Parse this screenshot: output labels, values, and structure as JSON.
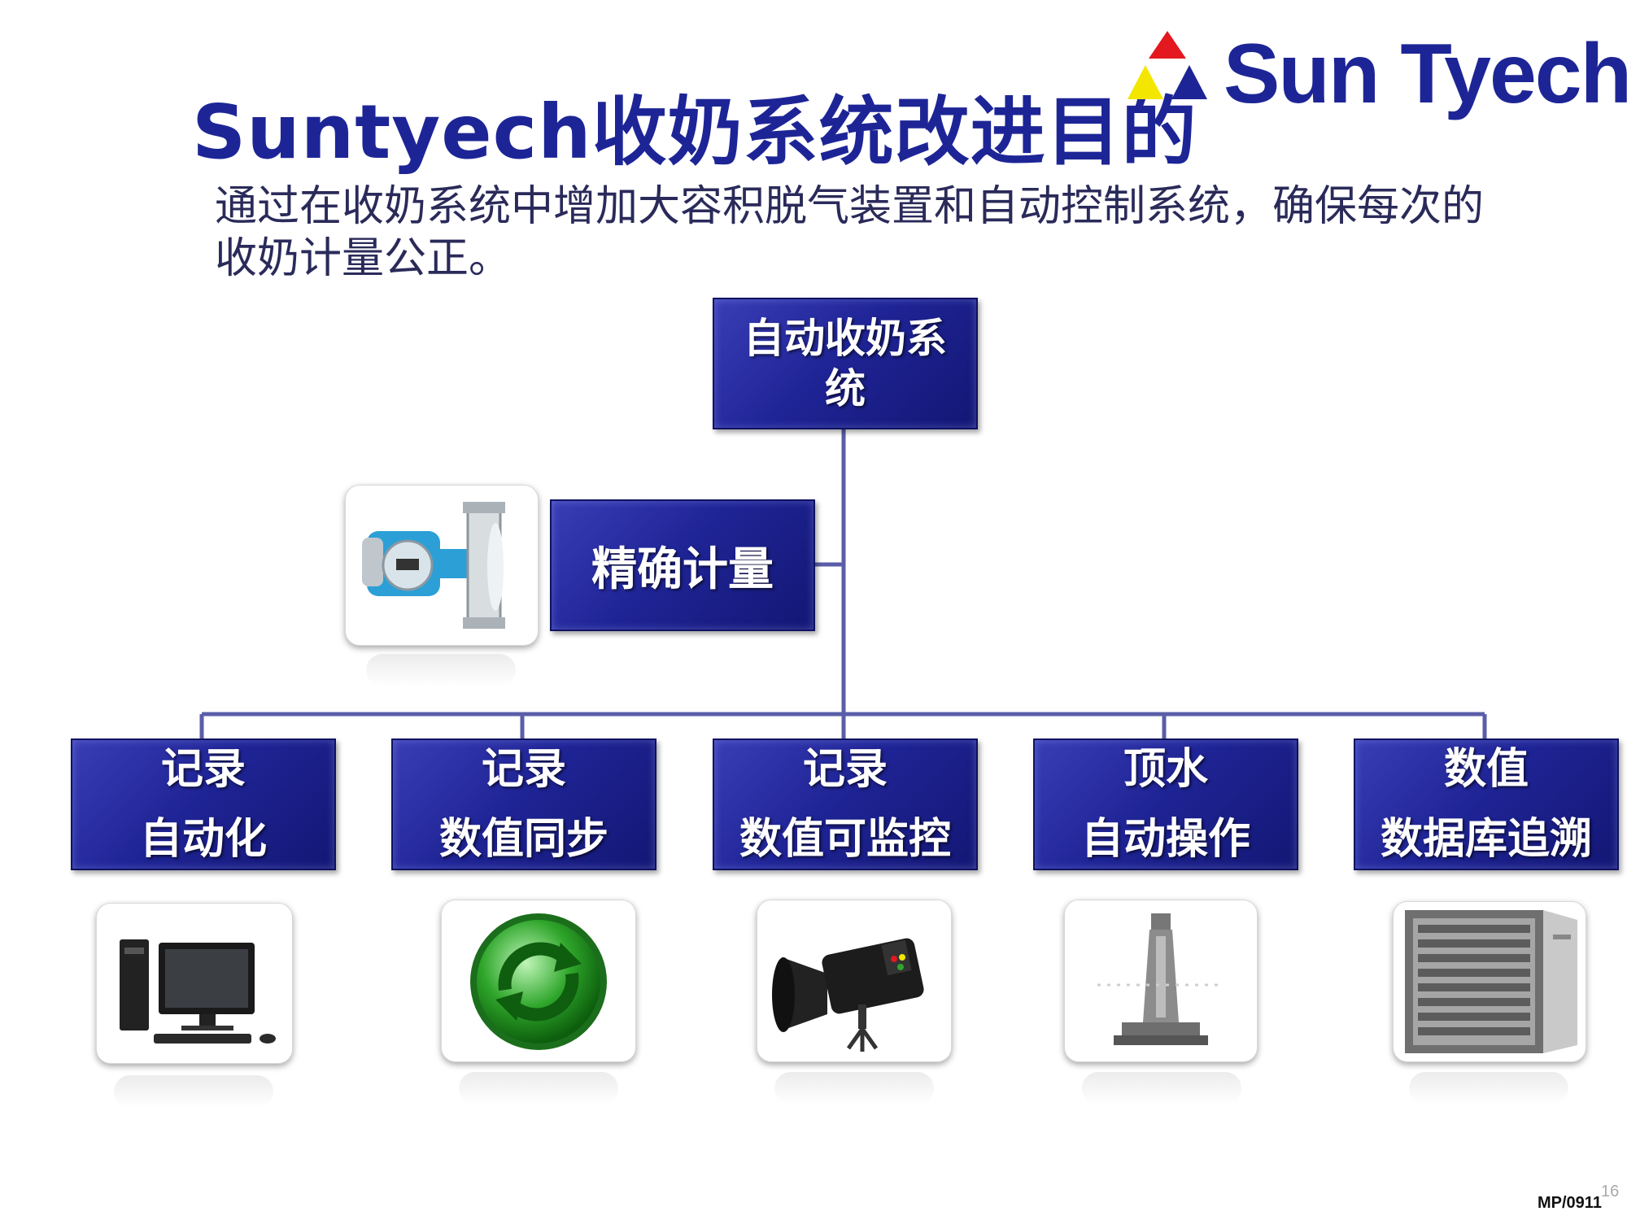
{
  "slide": {
    "title": "Suntyech收奶系统改进目的",
    "logo_text": "Sun Tyech",
    "subtitle_line1": "通过在收奶系统中增加大容积脱气装置和自动控制系统，确保每次的",
    "subtitle_line2": "收奶计量公正。",
    "footer": "MP/0911",
    "page_number": "16"
  },
  "colors": {
    "title": "#1d2596",
    "box": "#1f2496",
    "connector": "#5a5ea8",
    "logo_red": "#e3191f",
    "logo_yellow": "#f3e600",
    "logo_blue": "#1d2596"
  },
  "diagram": {
    "root": {
      "line1": "自动收奶系",
      "line2": "统"
    },
    "side": {
      "label": "精确计量",
      "icon": "flowmeter-icon"
    },
    "leaves": [
      {
        "line1": "记录",
        "line2": "自动化",
        "icon": "desktop-computer-icon"
      },
      {
        "line1": "记录",
        "line2": "数值同步",
        "icon": "sync-arrows-icon"
      },
      {
        "line1": "记录",
        "line2": "数值可监控",
        "icon": "camera-light-icon"
      },
      {
        "line1": "顶水",
        "line2": "自动操作",
        "icon": "sensor-probe-icon"
      },
      {
        "line1": "数值",
        "line2": "数据库追溯",
        "icon": "server-rack-icon"
      }
    ]
  }
}
